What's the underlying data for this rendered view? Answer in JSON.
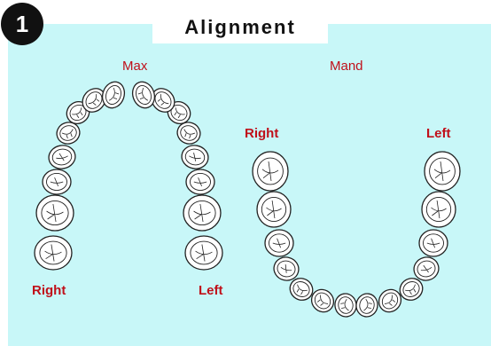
{
  "step": {
    "number": "1"
  },
  "title": "Alignment",
  "arches": {
    "max": {
      "label": "Max",
      "right": "Right",
      "left": "Left"
    },
    "mand": {
      "label": "Mand",
      "right": "Right",
      "left": "Left"
    }
  },
  "colors": {
    "background": "#c8f7f8",
    "label": "#c0101a",
    "tooth_fill": "#ffffff",
    "tooth_stroke": "#222222"
  }
}
